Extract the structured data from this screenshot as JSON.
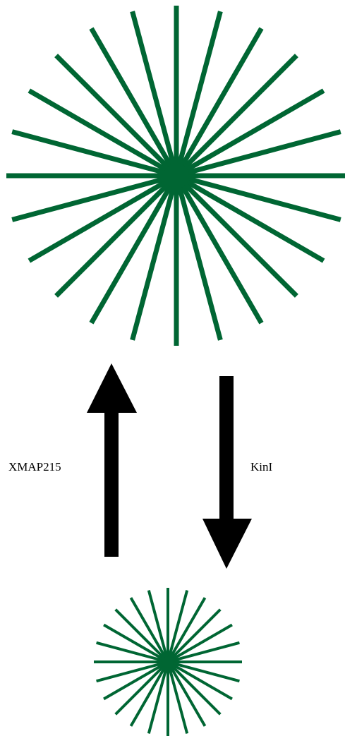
{
  "diagram": {
    "labels": {
      "growth": "XMAP215",
      "shrink": "KinI"
    },
    "colors": {
      "aster": "#006633",
      "arrow": "#000000",
      "text": "#000000",
      "background": "#ffffff"
    },
    "asters": [
      {
        "name": "large-aster",
        "spoke_count": 24,
        "relative_size": "large"
      },
      {
        "name": "small-aster",
        "spoke_count": 24,
        "relative_size": "small"
      }
    ],
    "arrows": [
      {
        "name": "up-arrow",
        "direction": "up",
        "label_key": "growth"
      },
      {
        "name": "down-arrow",
        "direction": "down",
        "label_key": "shrink"
      }
    ]
  }
}
